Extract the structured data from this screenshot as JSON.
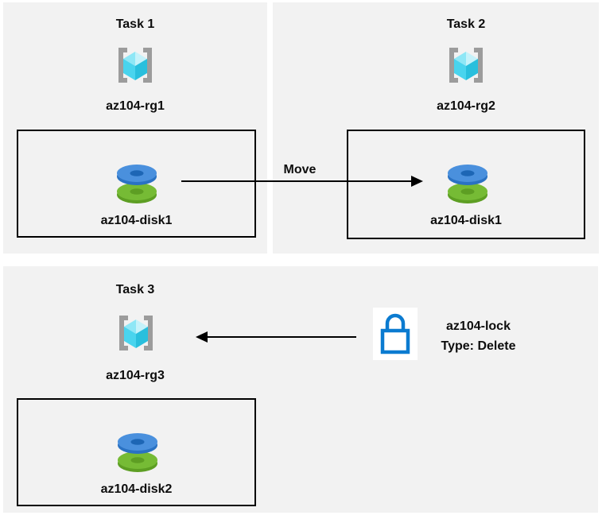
{
  "diagram": {
    "tasks": [
      {
        "title": "Task 1",
        "resource_group": "az104-rg1",
        "disk": "az104-disk1"
      },
      {
        "title": "Task 2",
        "resource_group": "az104-rg2",
        "disk": "az104-disk1"
      },
      {
        "title": "Task 3",
        "resource_group": "az104-rg3",
        "disk": "az104-disk2"
      }
    ],
    "move_arrow_label": "Move",
    "lock": {
      "name": "az104-lock",
      "type": "Type: Delete"
    },
    "icon_names": {
      "resource_group": "resource-group-icon",
      "disk": "disk-icon",
      "lock": "lock-icon"
    },
    "colors": {
      "panel_bg": "#f2f2f2",
      "box_border": "#000000",
      "arrow": "#000000",
      "lock_blue": "#0b7bd0",
      "disk_blue_top": "#4a90dd",
      "disk_blue_rim": "#2a72c3",
      "disk_green_top": "#76bb35",
      "disk_green_rim": "#5d9e23",
      "cube_cyan_left": "#49d4ee",
      "cube_cyan_right": "#29bfdd",
      "cube_cyan_topleft": "#8ee7f6",
      "cube_cyan_topright": "#c5f2fa",
      "bracket_gray": "#9c9c9c"
    }
  }
}
